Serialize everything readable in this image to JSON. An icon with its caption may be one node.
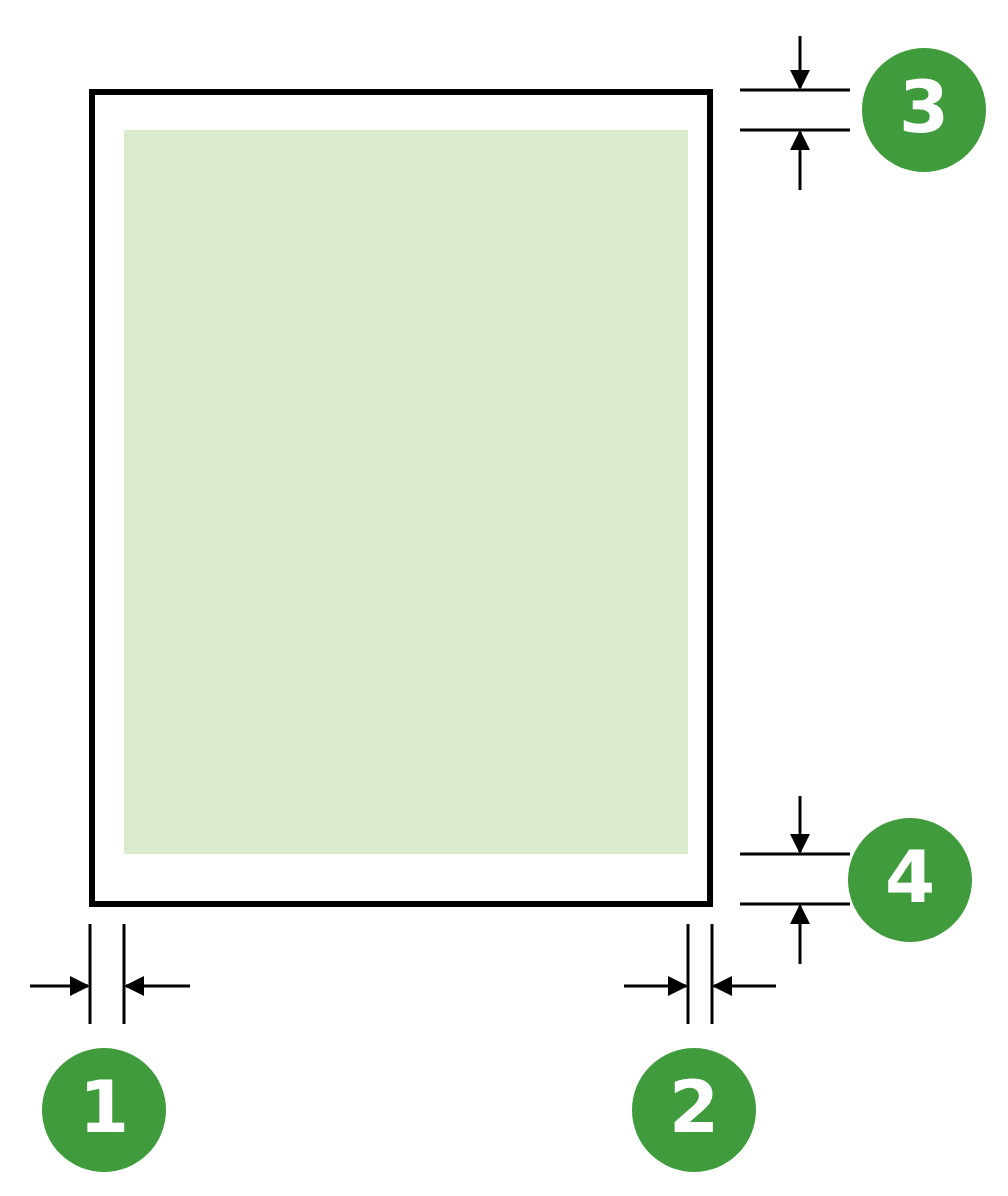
{
  "diagram": {
    "labels": [
      "3",
      "4",
      "1",
      "2"
    ]
  }
}
